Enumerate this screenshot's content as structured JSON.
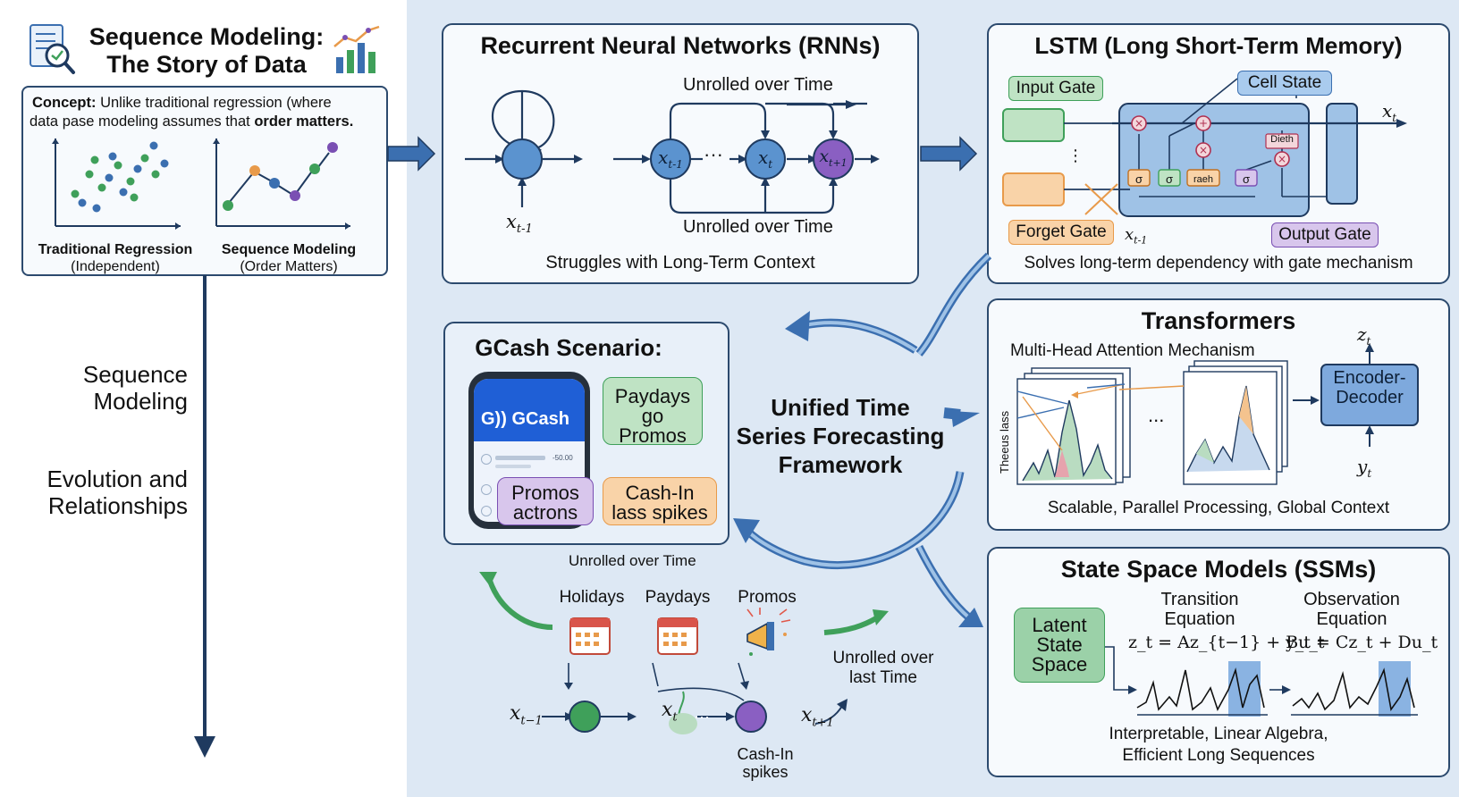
{
  "colors": {
    "navy": "#1f3a5f",
    "accent": "#3b6fb0",
    "green": "#3fa05a",
    "purple": "#7a4fb3",
    "orange": "#e89a4a"
  },
  "header": {
    "title_line1": "Sequence Modeling:",
    "title_line2": "The Story of Data"
  },
  "concept": {
    "label": "Concept:",
    "text_line1": " Unlike traditional regression (where",
    "text_line2_a": "data pase modeling assumes that ",
    "text_line2_b": "order matters.",
    "left_caption": "Traditional Regression",
    "left_sub": "(Independent)",
    "right_caption": "Sequence Modeling",
    "right_sub": "(Order Matters)"
  },
  "sidebar": {
    "line1": "Sequence",
    "line2": "Modeling",
    "line3": "Evolution and",
    "line4": "Relationships"
  },
  "rnn": {
    "title": "Recurrent Neural Networks (RNNs)",
    "top_label": "Unrolled over Time",
    "bottom_label": "Unrolled over Time",
    "input": "x",
    "input_sub": "t-1",
    "n1": "x",
    "n1_sub": "t-1",
    "dots": "···",
    "n2": "x",
    "n2_sub": "t",
    "n3": "x",
    "n3_sub": "t+1",
    "caption": "Struggles with Long-Term Context"
  },
  "lstm": {
    "title": "LSTM (Long Short-Term Memory)",
    "input_gate": "Input Gate",
    "cell_state": "Cell State",
    "forget_gate": "Forget Gate",
    "output_gate": "Output Gate",
    "output": "x",
    "output_sub": "t",
    "input": "x",
    "input_sub": "t-1",
    "sig": "σ",
    "raeh": "raeh",
    "dieth": "Dieth",
    "vdots": "⋮",
    "caption": "Solves long-term dependency with gate mechanism"
  },
  "gcash": {
    "title": "GCash Scenario:",
    "app_name": "GCash",
    "app_logo": "G))",
    "amount": "-50.00",
    "card1": [
      "Paydays",
      "go",
      "Promos"
    ],
    "card2": [
      "Promos",
      "actrons"
    ],
    "card3": [
      "Cash-In",
      "lass spikes"
    ]
  },
  "center": {
    "line1": "Unified Time",
    "line2": "Series Forecasting",
    "line3": "Framework"
  },
  "transformers": {
    "title": "Transformers",
    "subtitle": "Multi-Head Attention Mechanism",
    "yaxis": "Theeus lass",
    "dots": "...",
    "block": [
      "Encoder-",
      "Decoder"
    ],
    "z": "z",
    "z_sub": "t",
    "y": "y",
    "y_sub": "t",
    "caption": "Scalable, Parallel Processing, Global Context"
  },
  "timeline": {
    "top_label": "Unrolled over Time",
    "events": [
      "Holidays",
      "Paydays",
      "Promos"
    ],
    "x_prev": "x",
    "x_prev_sub": "t−1",
    "x_mid": "x",
    "x_mid_sub": "t",
    "x_next": "x",
    "x_next_sub": "t+1",
    "dots": "···",
    "spike_label": [
      "Cash-In",
      "spikes"
    ],
    "right_label": [
      "Unrolled over",
      "last Time"
    ]
  },
  "ssm": {
    "title": "State Space Models (SSMs)",
    "latent": [
      "Latent",
      "State",
      "Space"
    ],
    "trans_title": [
      "Transition",
      "Equation"
    ],
    "obs_title": [
      "Observation",
      "Equation"
    ],
    "trans_eq": "z_t = Az_{t−1} + Bu_t",
    "obs_eq": "y_t = Cz_t + Du_t",
    "caption": [
      "Interpretable, Linear Algebra,",
      "Efficient Long Sequences"
    ]
  }
}
